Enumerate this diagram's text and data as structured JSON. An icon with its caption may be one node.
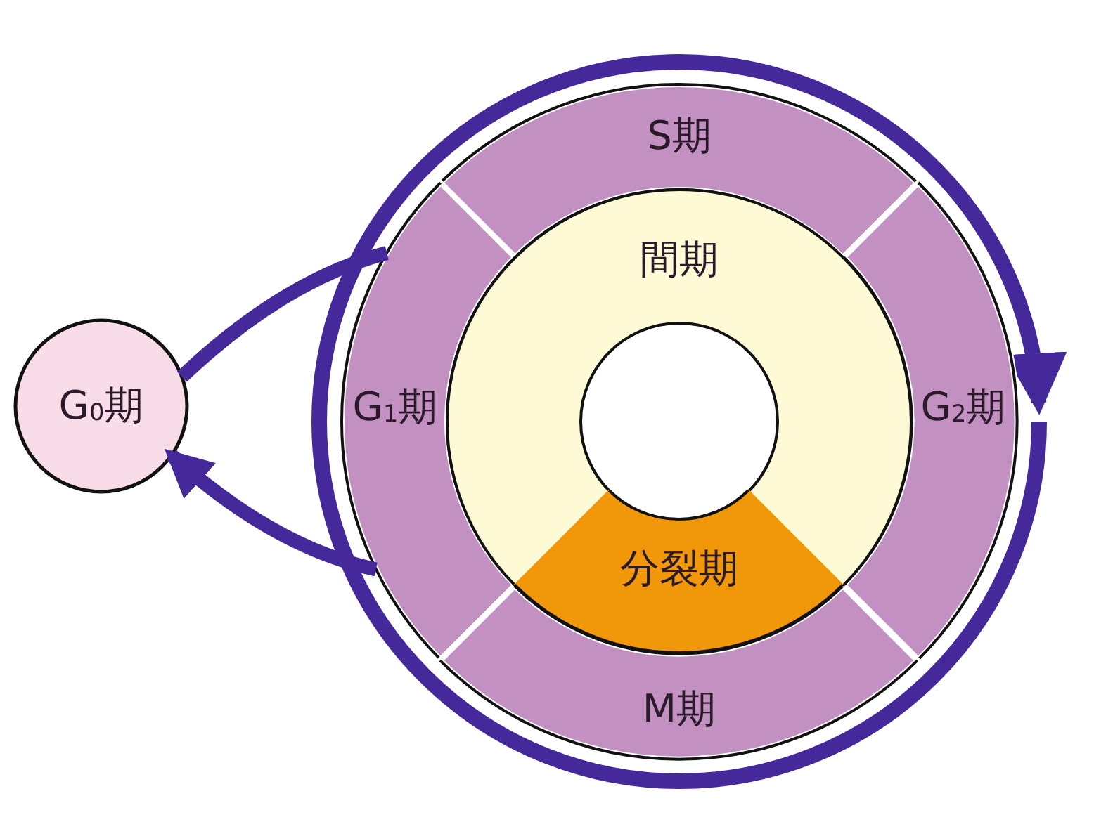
{
  "diagram": {
    "nodes": [
      {
        "text": [
          "S期"
        ]
      },
      {
        "text": [
          "G$_{1}$期"
        ]
      },
      {
        "text": [
          "G$_{2}$期"
        ]
      },
      {
        "text": [
          "M期"
        ]
      },
      {
        "text": [
          "間期"
        ]
      },
      {
        "text": [
          "分裂期"
        ]
      },
      {
        "text": [
          "G$_{0}$期"
        ]
      }
    ],
    "edges": [
      {
        "from": 6,
        "to": 1,
        "arrow": "none"
      },
      {
        "from": 1,
        "to": 6,
        "arrow": "to"
      }
    ]
  }
}
